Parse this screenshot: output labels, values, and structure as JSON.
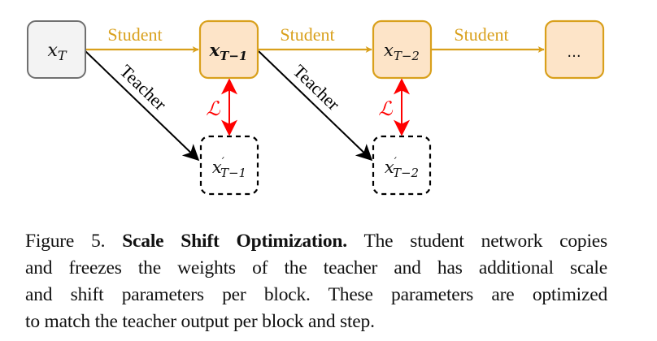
{
  "figure": {
    "colors": {
      "student": "#d9a01c",
      "student_box_fill": "#fde4c8",
      "input_box_fill": "#f3f3f3",
      "input_box_stroke": "#707070",
      "teacher": "#000000",
      "loss": "#ff0000"
    },
    "nodes": {
      "x_T": {
        "base": "x",
        "sub": "T"
      },
      "x_T1": {
        "base": "x",
        "sub": "T−1"
      },
      "x_T2": {
        "base": "x",
        "sub": "T−2"
      },
      "ellipsis": "...",
      "xp_T1": {
        "base": "x",
        "prime": "′",
        "sub": "T−1"
      },
      "xp_T2": {
        "base": "x",
        "prime": "′",
        "sub": "T−2"
      }
    },
    "edges": {
      "student_label": "Student",
      "teacher_label": "Teacher",
      "loss_label": "ℒ"
    }
  },
  "caption": {
    "prefix": "Figure 5.",
    "title": "Scale Shift Optimization.",
    "lines": [
      "The student network copies",
      "and freezes the weights of the teacher and has additional scale",
      "and shift parameters per block.  These parameters are optimized",
      "to match the teacher output per block and step."
    ]
  }
}
